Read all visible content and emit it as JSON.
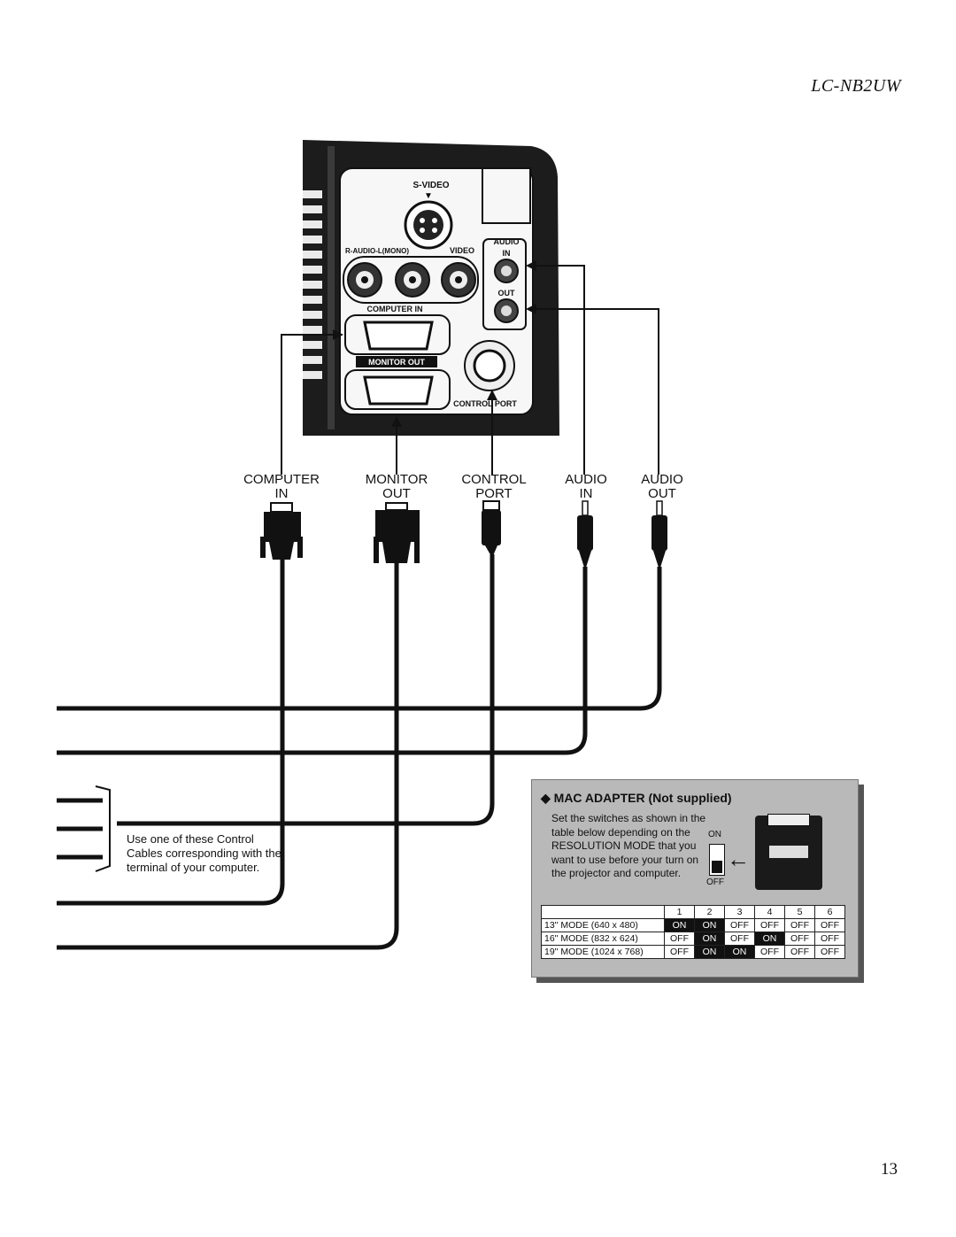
{
  "header": {
    "model": "LC-NB2UW"
  },
  "footer": {
    "page_number": "13"
  },
  "panel": {
    "svideo": "S-VIDEO",
    "audio_mono": "R-AUDIO-L(MONO)",
    "video": "VIDEO",
    "audio": "AUDIO",
    "in": "IN",
    "out": "OUT",
    "computer_in": "COMPUTER IN",
    "monitor_out": "MONITOR OUT",
    "control_port": "CONTROL PORT"
  },
  "cables": {
    "computer_in": [
      "COMPUTER",
      "IN"
    ],
    "monitor_out": [
      "MONITOR",
      "OUT"
    ],
    "control_port": [
      "CONTROL",
      "PORT"
    ],
    "audio_in": [
      "AUDIO",
      "IN"
    ],
    "audio_out": [
      "AUDIO",
      "OUT"
    ]
  },
  "note": "Use one of these Control Cables corresponding with the terminal of your computer.",
  "mac_adapter": {
    "title": "◆ MAC ADAPTER (Not supplied)",
    "body": "Set the switches as shown in the table below depending on the RESOLUTION MODE that you want to use before your turn on the projector and computer.",
    "on_label": "ON",
    "off_label": "OFF",
    "table": {
      "columns": [
        "1",
        "2",
        "3",
        "4",
        "5",
        "6"
      ],
      "rows": [
        {
          "mode": "13\" MODE (640 x 480)",
          "values": [
            "ON",
            "ON",
            "OFF",
            "OFF",
            "OFF",
            "OFF"
          ]
        },
        {
          "mode": "16\" MODE (832 x 624)",
          "values": [
            "OFF",
            "ON",
            "OFF",
            "ON",
            "OFF",
            "OFF"
          ]
        },
        {
          "mode": "19\" MODE (1024 x 768)",
          "values": [
            "OFF",
            "ON",
            "ON",
            "OFF",
            "OFF",
            "OFF"
          ]
        }
      ]
    }
  }
}
